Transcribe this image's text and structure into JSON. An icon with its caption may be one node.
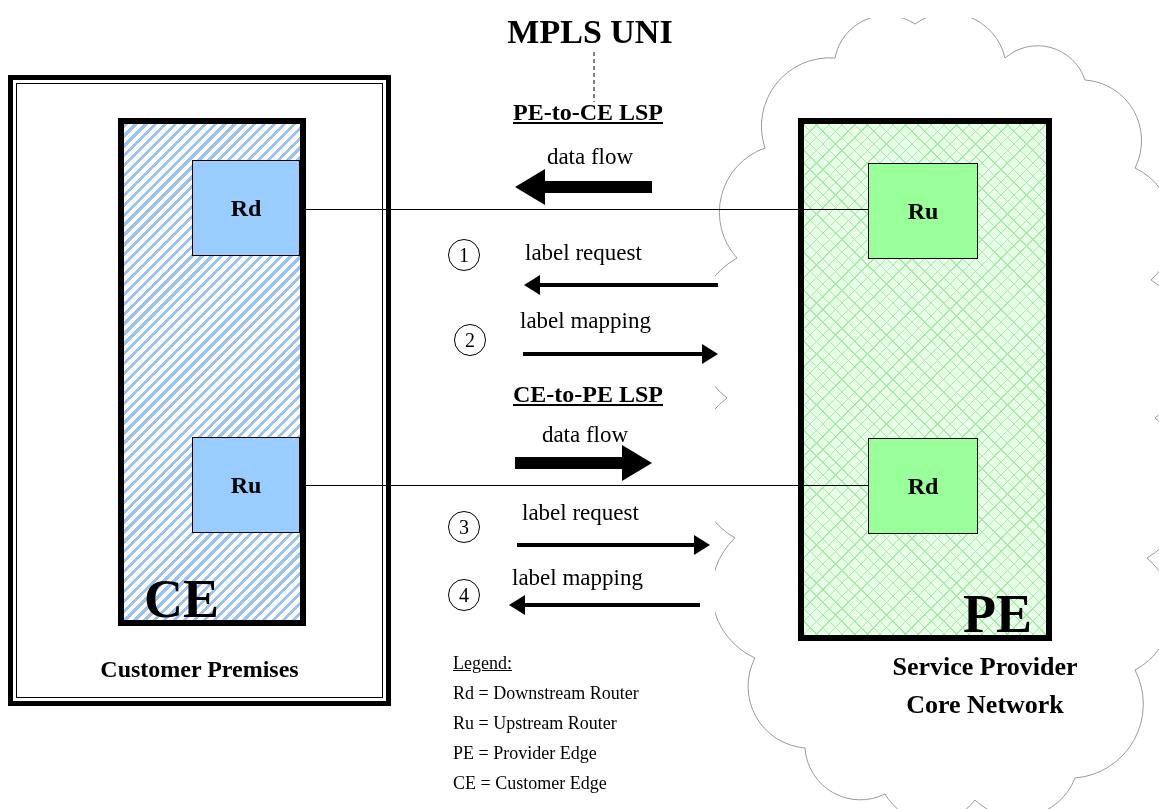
{
  "diagram": {
    "title": "MPLS UNI",
    "nodes": [
      {
        "text": [
          "Customer Premises"
        ]
      },
      {
        "text": [
          "CE"
        ],
        "in": 0
      },
      {
        "text": [
          "Rd"
        ],
        "in": 1
      },
      {
        "text": [
          "Ru"
        ],
        "in": 1
      },
      {
        "text": [
          "Service Provider Core Network"
        ]
      },
      {
        "text": [
          "PE"
        ],
        "in": 4
      },
      {
        "text": [
          "Ru"
        ],
        "in": 5
      },
      {
        "text": [
          "Rd"
        ],
        "in": 5
      }
    ],
    "edges": [
      {
        "from": 2,
        "to": 6,
        "arrow": "none"
      },
      {
        "from": 3,
        "to": 7,
        "arrow": "none"
      }
    ],
    "labels": [
      "PE-to-CE LSP",
      "data flow",
      "1",
      "label request",
      "2",
      "label mapping",
      "CE-to-PE LSP",
      "data flow",
      "3",
      "label request",
      "4",
      "label mapping",
      "Legend:",
      "Rd = Downstream Router",
      "Ru = Upstream Router",
      "PE = Provider Edge",
      "CE = Customer Edge"
    ]
  }
}
